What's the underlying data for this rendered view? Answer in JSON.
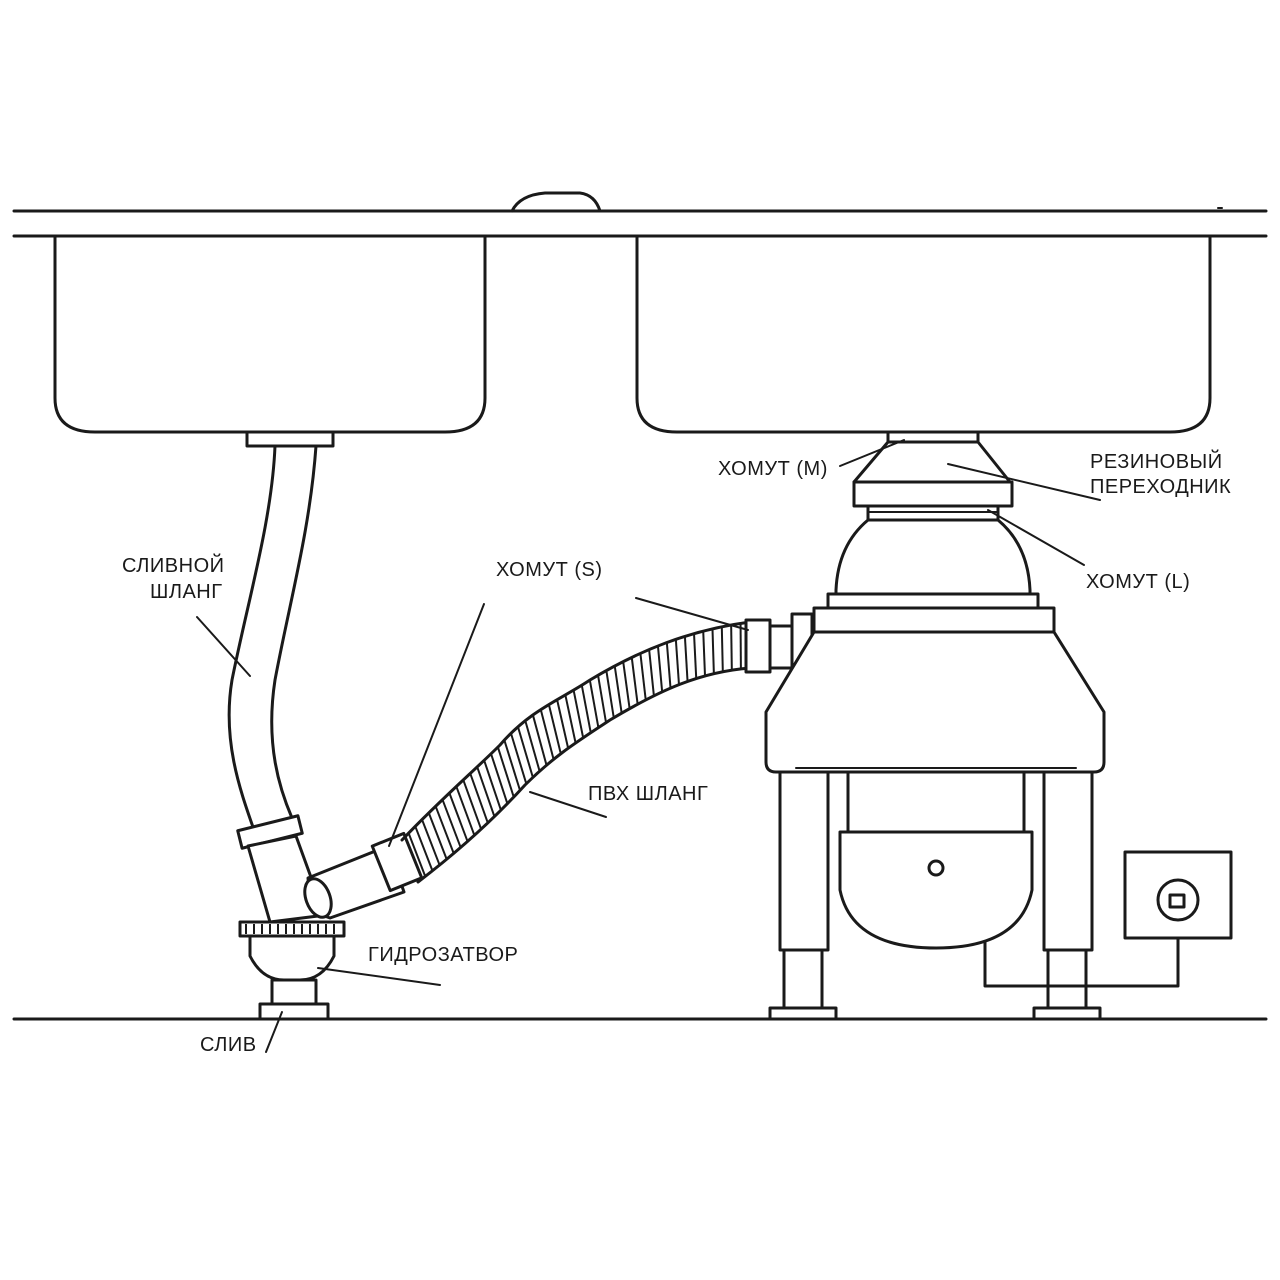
{
  "labels": {
    "drain_hose_line1": "СЛИВНОЙ",
    "drain_hose_line2": "ШЛАНГ",
    "clamp_s": "ХОМУТ (S)",
    "pvc_hose": "ПВХ ШЛАНГ",
    "trap": "ГИДРОЗАТВОР",
    "drain": "СЛИВ",
    "clamp_m": "ХОМУТ (M)",
    "rubber_adapter_line1": "РЕЗИНОВЫЙ",
    "rubber_adapter_line2": "ПЕРЕХОДНИК",
    "clamp_l": "ХОМУТ (L)"
  },
  "colors": {
    "stroke": "#1a1a1a",
    "background": "#ffffff"
  }
}
